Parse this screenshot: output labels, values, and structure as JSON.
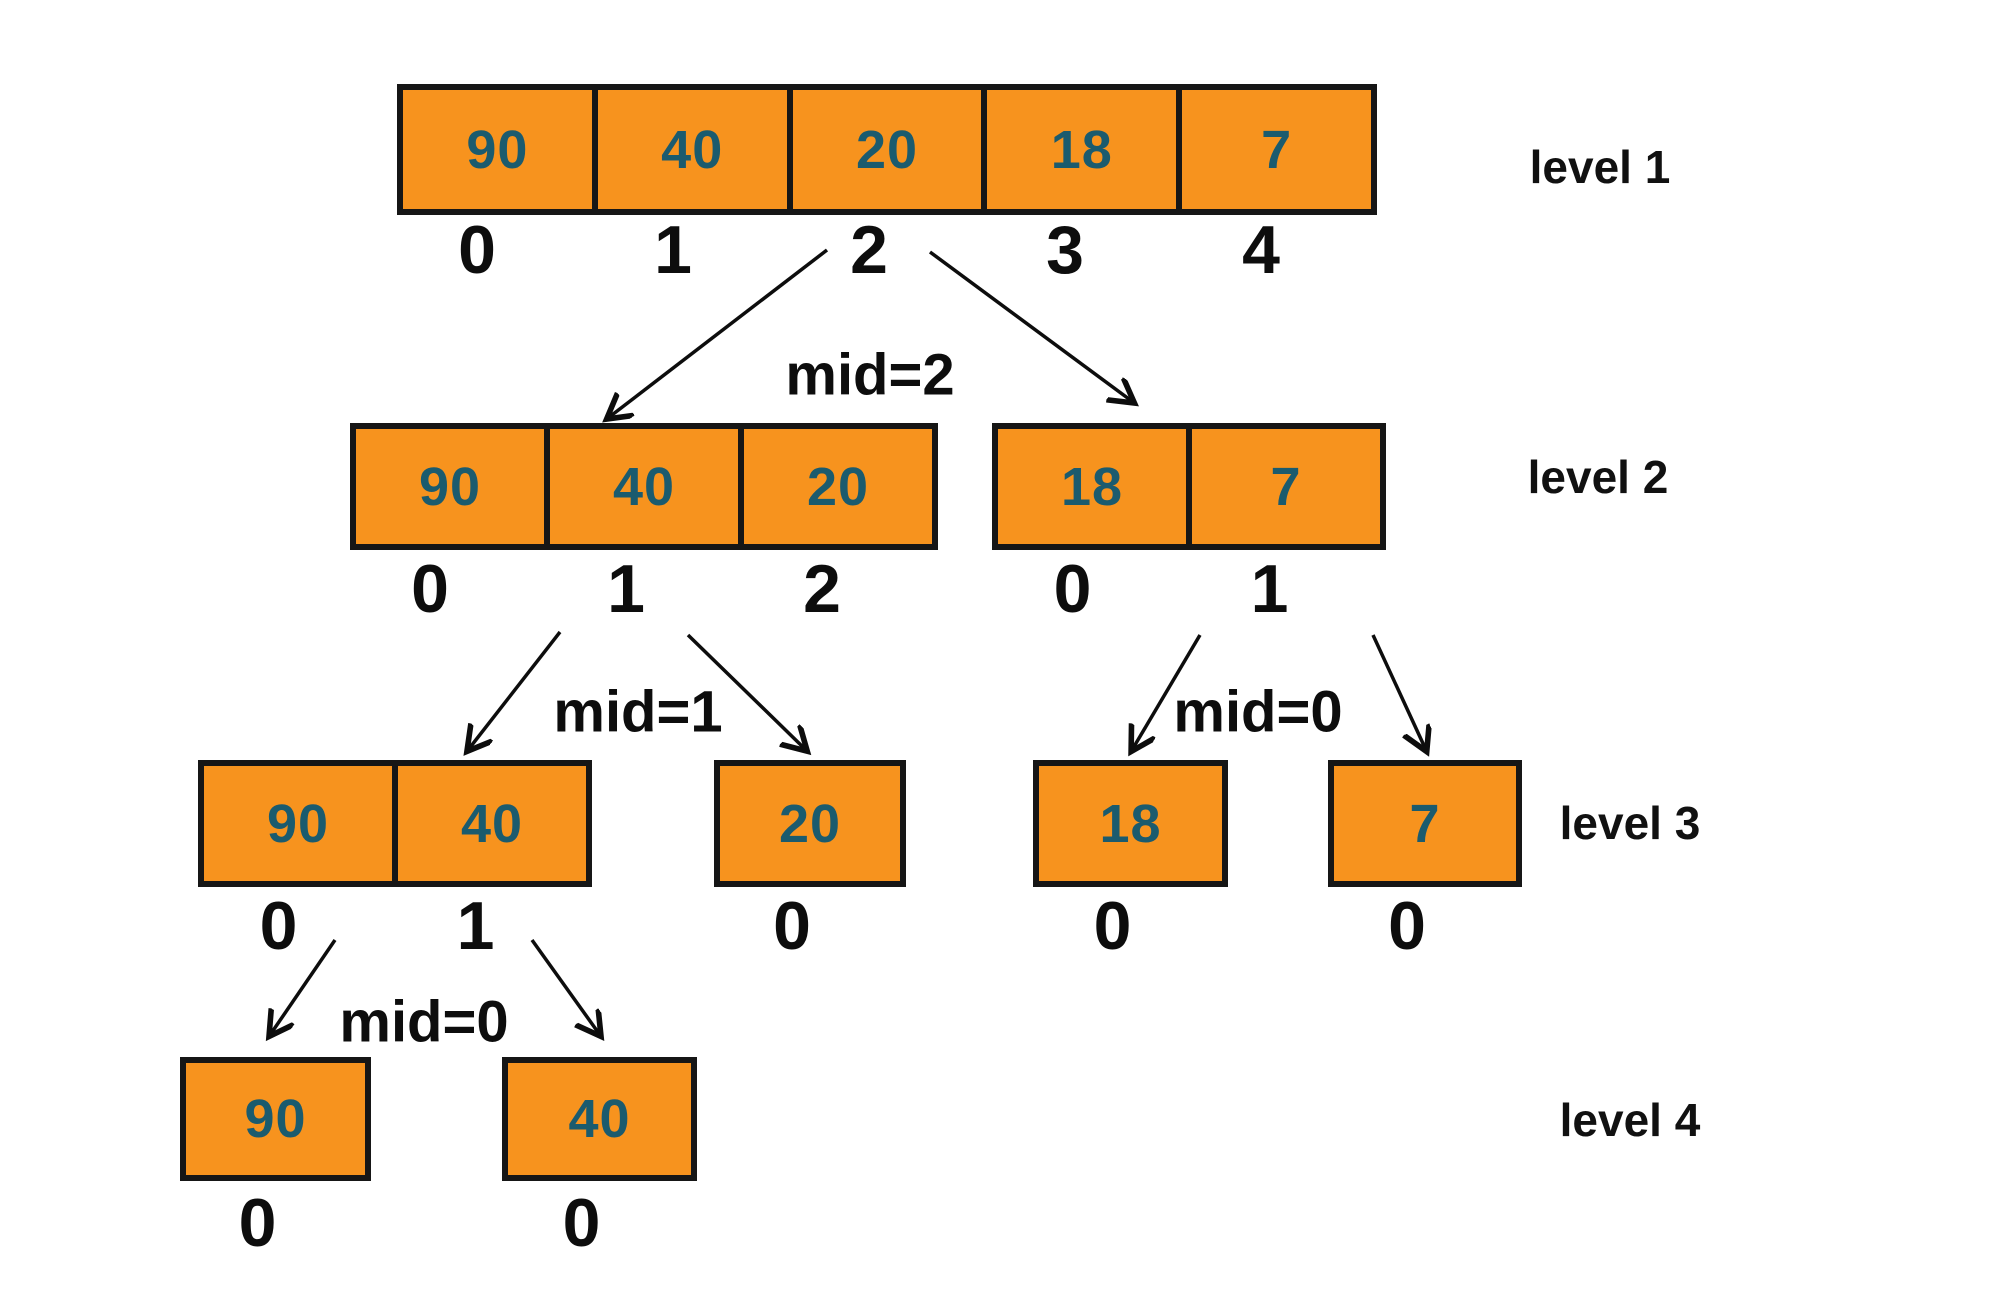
{
  "colors": {
    "box_fill": "#F7931E",
    "box_border": "#161616",
    "value_text": "#1B5B6E",
    "label_text": "#111111",
    "background": "#FFFFFF"
  },
  "levels": [
    {
      "label": "level 1",
      "arrays": [
        {
          "values": [
            "90",
            "40",
            "20",
            "18",
            "7"
          ],
          "indices": [
            "0",
            "1",
            "2",
            "3",
            "4"
          ]
        }
      ]
    },
    {
      "label": "level 2",
      "arrays": [
        {
          "values": [
            "90",
            "40",
            "20"
          ],
          "indices": [
            "0",
            "1",
            "2"
          ]
        },
        {
          "values": [
            "18",
            "7"
          ],
          "indices": [
            "0",
            "1"
          ]
        }
      ]
    },
    {
      "label": "level 3",
      "arrays": [
        {
          "values": [
            "90",
            "40"
          ],
          "indices": [
            "0",
            "1"
          ]
        },
        {
          "values": [
            "20"
          ],
          "indices": [
            "0"
          ]
        },
        {
          "values": [
            "18"
          ],
          "indices": [
            "0"
          ]
        },
        {
          "values": [
            "7"
          ],
          "indices": [
            "0"
          ]
        }
      ]
    },
    {
      "label": "level 4",
      "arrays": [
        {
          "values": [
            "90"
          ],
          "indices": [
            "0"
          ]
        },
        {
          "values": [
            "40"
          ],
          "indices": [
            "0"
          ]
        }
      ]
    }
  ],
  "mid_labels": [
    {
      "text": "mid=2"
    },
    {
      "text": "mid=1"
    },
    {
      "text": "mid=0"
    },
    {
      "text": "mid=0"
    }
  ]
}
